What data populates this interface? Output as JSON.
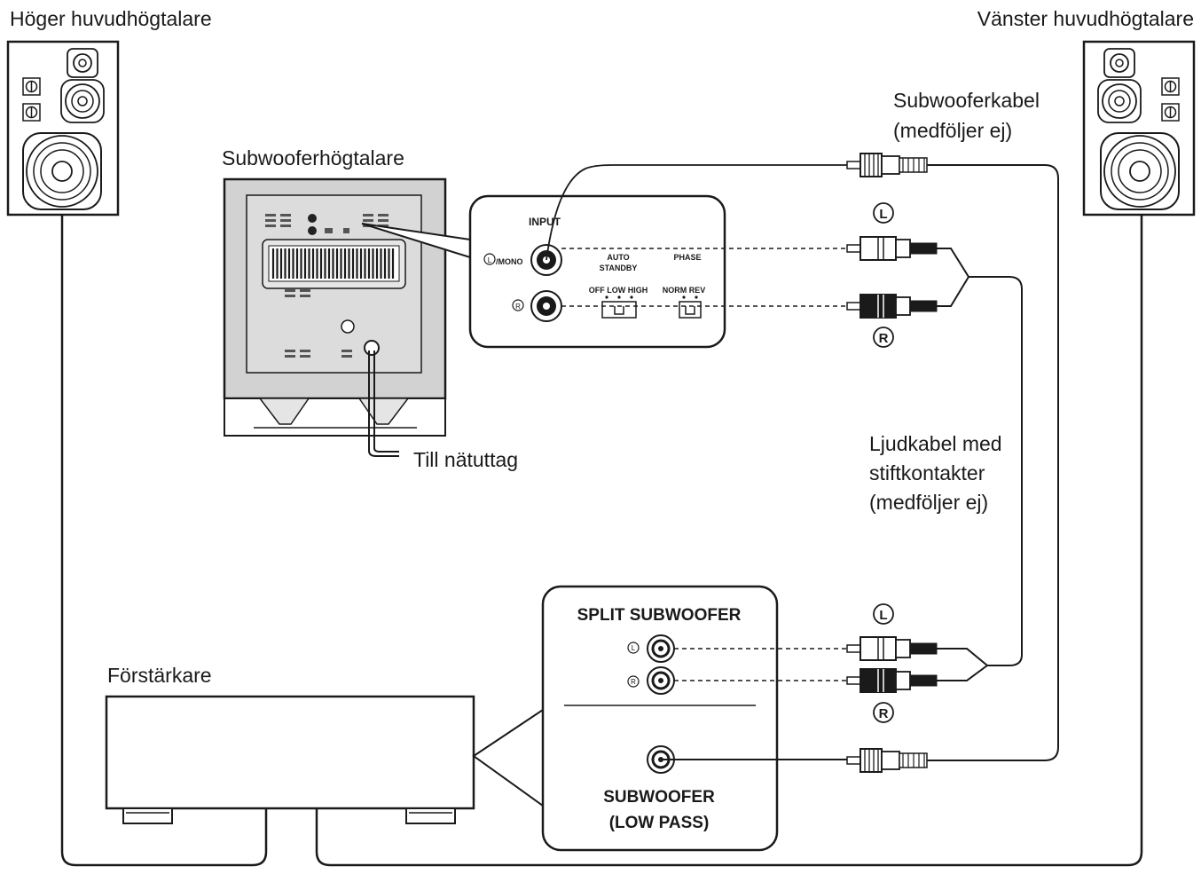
{
  "labels": {
    "right_main_speaker": "Höger huvudhögtalare",
    "left_main_speaker": "Vänster huvudhögtalare",
    "subwoofer_speaker": "Subwooferhögtalare",
    "subwoofer_cable_line1": "Subwooferkabel",
    "subwoofer_cable_line2": "(medföljer ej)",
    "to_outlet": "Till nätuttag",
    "audio_cable_line1": "Ljudkabel med",
    "audio_cable_line2": "stiftkontakter",
    "audio_cable_line3": "(medföljer ej)",
    "amplifier": "Förstärkare"
  },
  "sub_panel": {
    "input": "INPUT",
    "l_mono": "/MONO",
    "l_mark": "L",
    "r_mark": "R",
    "auto_standby_1": "AUTO",
    "auto_standby_2": "STANDBY",
    "phase": "PHASE",
    "off_low_high": "OFF LOW HIGH",
    "norm_rev": "NORM REV"
  },
  "amp_panel": {
    "split_subwoofer": "SPLIT SUBWOOFER",
    "subwoofer": "SUBWOOFER",
    "low_pass": "(LOW PASS)",
    "l_mark": "L",
    "r_mark": "R"
  },
  "markers": {
    "top_l": "L",
    "top_r": "R",
    "bottom_l": "L",
    "bottom_r": "R"
  }
}
